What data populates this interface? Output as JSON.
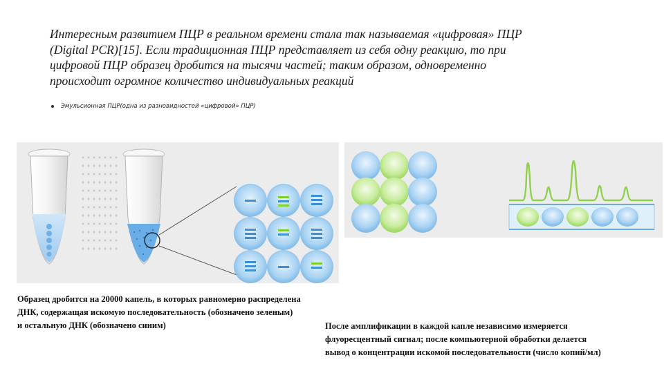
{
  "intro": {
    "lines": [
      "Интересным развитием ПЦР в реальном времени стала так называемая «цифровая» ПЦР",
      "(Digital PCR)[15]. Если традиционная ПЦР представляет из себя одну реакцию, то при",
      "цифровой ПЦР образец дробится на тысячи частей; таким образом, одновременно",
      "происходит огромное количество индивидуальных реакций"
    ]
  },
  "bullet": {
    "text": "Эмульсионная ПЦР(одна из разновидностей «цифровой» ПЦР)"
  },
  "caption_left": {
    "lines": [
      "Образец дробится на 20000 капель, в которых равномерно распределена",
      "ДНК, содержащая искомую последовательность (обозначено зеленым)",
      "и остальную ДНК (обозначено синим)"
    ]
  },
  "caption_right": {
    "lines": [
      "После амплификации в каждой капле независимо измеряется",
      "флуоресцентный сигнал; после компьютерной обработки делается",
      "вывод о концентрации искомой последовательности  (число копий/мл)"
    ]
  },
  "colors": {
    "droplet_blue": "#a9d3f2",
    "droplet_green": "#c8ec9c",
    "mark_blue": "#3e8fd6",
    "mark_green": "#7fcf2a",
    "panel_bg": "#ececec",
    "peak_green": "#8fd14b"
  },
  "icons": [
    "tube-icon",
    "droplet-icon",
    "fluorescence-peak-icon"
  ]
}
